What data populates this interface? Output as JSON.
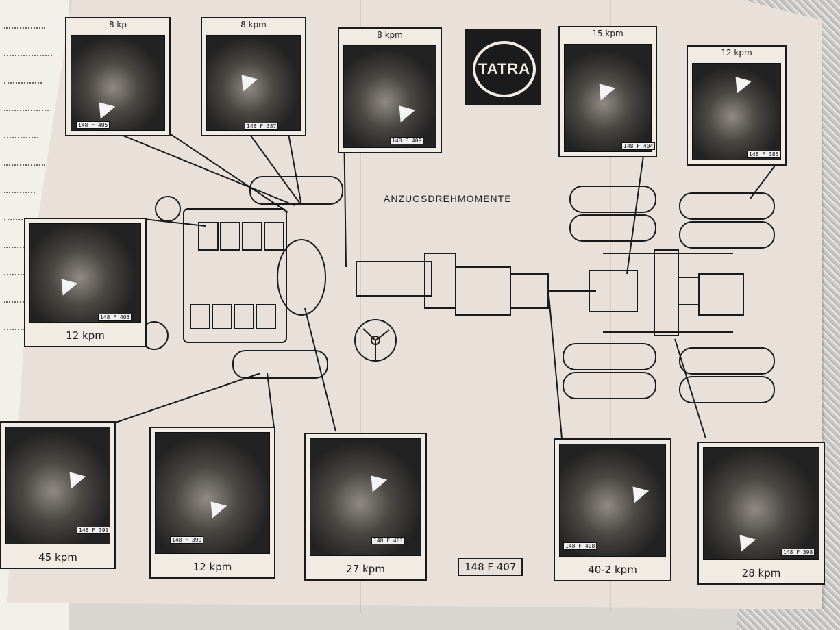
{
  "title": "ANZUGSDREHMOMENTE",
  "logo_text": "TATRA",
  "drawing_code": "148 F 407",
  "callouts": {
    "c1": {
      "label": "8 kp",
      "photo_code": "148 F 405"
    },
    "c2": {
      "label": "8 kpm",
      "photo_code": "148 F 387"
    },
    "c3": {
      "label": "8 kpm",
      "photo_code": "148 F 409"
    },
    "c4": {
      "label": "15 kpm",
      "photo_code": "148 F 404"
    },
    "c5": {
      "label": "12 kpm",
      "photo_code": "148 F 385"
    },
    "c6": {
      "label": "12 kpm",
      "photo_code": "148 F 403"
    },
    "c7": {
      "label": "45 kpm",
      "photo_code": "148 F 391"
    },
    "c8": {
      "label": "12 kpm",
      "photo_code": "148 F 390"
    },
    "c9": {
      "label": "27 kpm",
      "photo_code": "148 F 401"
    },
    "c10": {
      "label": "40-2 kpm",
      "photo_code": "148 F 408"
    },
    "c11": {
      "label": "28 kpm",
      "photo_code": "148 F 398"
    }
  }
}
